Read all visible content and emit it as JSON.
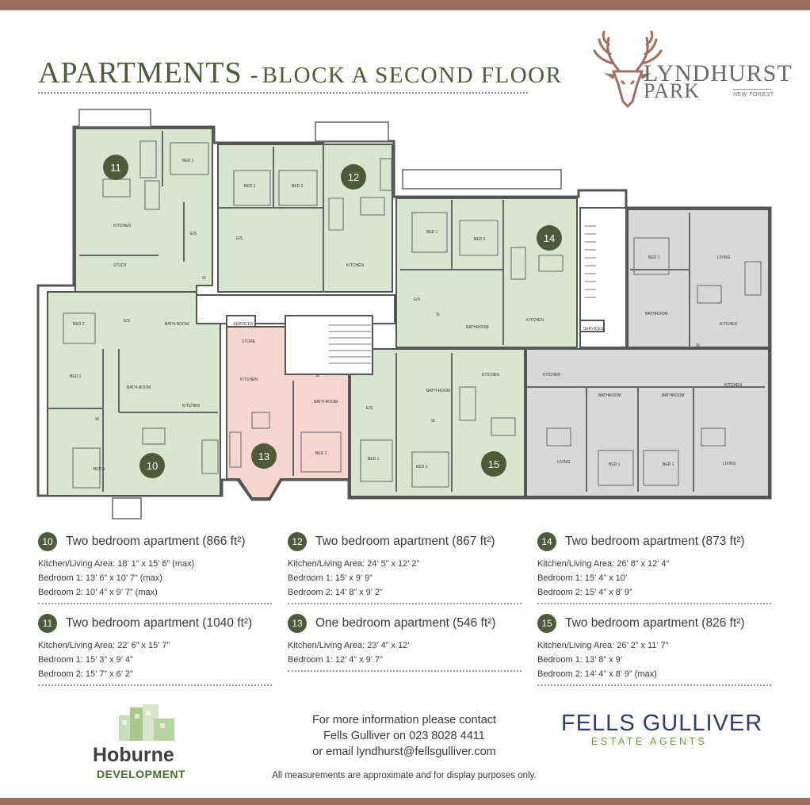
{
  "header": {
    "title_main": "APARTMENTS",
    "title_separator": "-",
    "title_sub": "BLOCK A SECOND FLOOR"
  },
  "brand": {
    "logo_icon": "stag-head-icon",
    "name_line1": "LYNDHURST",
    "name_line2": "PARK",
    "tagline": "NEW FOREST"
  },
  "plan": {
    "unit_labels": [
      "10",
      "11",
      "12",
      "13",
      "14",
      "15"
    ],
    "room_labels": {
      "kitchen": "KITCHEN",
      "bed1": "BED 1",
      "bed2": "BED 2",
      "es": "E/S",
      "st": "St",
      "bathroom": "BATHROOM",
      "bath_room": "BATH-ROOM",
      "study": "STUDY",
      "living": "LIVING",
      "services": "SERVICES",
      "store": "STORE"
    }
  },
  "apartments": [
    {
      "number": "10",
      "title": "Two bedroom apartment (866 ft²)",
      "lines": [
        "Kitchen/Living Area: 18’ 1” x 15’ 6” (max)",
        "Bedroom 1: 13’ 6” x 10’ 7” (max)",
        "Bedroom 2: 10’ 4” x 9’ 7” (max)"
      ]
    },
    {
      "number": "12",
      "title": "Two bedroom apartment (867 ft²)",
      "lines": [
        "Kitchen/Living Area: 24’ 5” x 12’ 2”",
        "Bedroom 1: 15’ x 9’ 9”",
        "Bedroom 2: 14’ 8” x 9’ 2”"
      ]
    },
    {
      "number": "14",
      "title": "Two bedroom apartment (873 ft²)",
      "lines": [
        "Kitchen/Living Area: 26’ 8” x 12’ 4”",
        "Bedroom 1: 15’ 4” x 10’",
        "Bedroom 2: 15’ 4” x 8’ 9”"
      ]
    },
    {
      "number": "11",
      "title": "Two bedroom apartment (1040 ft²)",
      "lines": [
        "Kitchen/Living Area: 22’ 6” x 15’ 7”",
        "Bedroom 1: 15’ 3” x 9’ 4”",
        "Bedroom 2: 15’ 7” x 6’ 2”"
      ]
    },
    {
      "number": "13",
      "title": "One bedroom apartment (546 ft²)",
      "lines": [
        "Kitchen/Living Area: 23’ 4” x 12’",
        "Bedroom 1: 12’ 4” x 9’ 7”"
      ]
    },
    {
      "number": "15",
      "title": "Two bedroom apartment (826 ft²)",
      "lines": [
        "Kitchen/Living Area: 26’ 2” x 11’ 7”",
        "Bedroom 1: 13’ 8” x 9’",
        "Bedroom 2: 14’ 4” x 8’ 9” (max)"
      ]
    }
  ],
  "developer": {
    "logo_icon": "buildings-icon",
    "name": "Hoburne",
    "subtitle": "DEVELOPMENT"
  },
  "contact": {
    "line1": "For more information please contact",
    "line2": "Fells Gulliver on 023 8028 4411",
    "line3": "or email lyndhurst@fellsgulliver.com"
  },
  "disclaimer": "All measurements are approximate and for display purposes only.",
  "agent": {
    "name": "FELLS GULLIVER",
    "subtitle": "ESTATE AGENTS"
  },
  "colors": {
    "band": "#9d6f60",
    "olive": "#4f5a3b",
    "green_unit": "#d9e6cf",
    "pink_unit": "#f6d7cf",
    "grey_unit": "#d8d8d8",
    "agent_blue": "#2e3d6e",
    "agent_green": "#7a9a3a"
  }
}
